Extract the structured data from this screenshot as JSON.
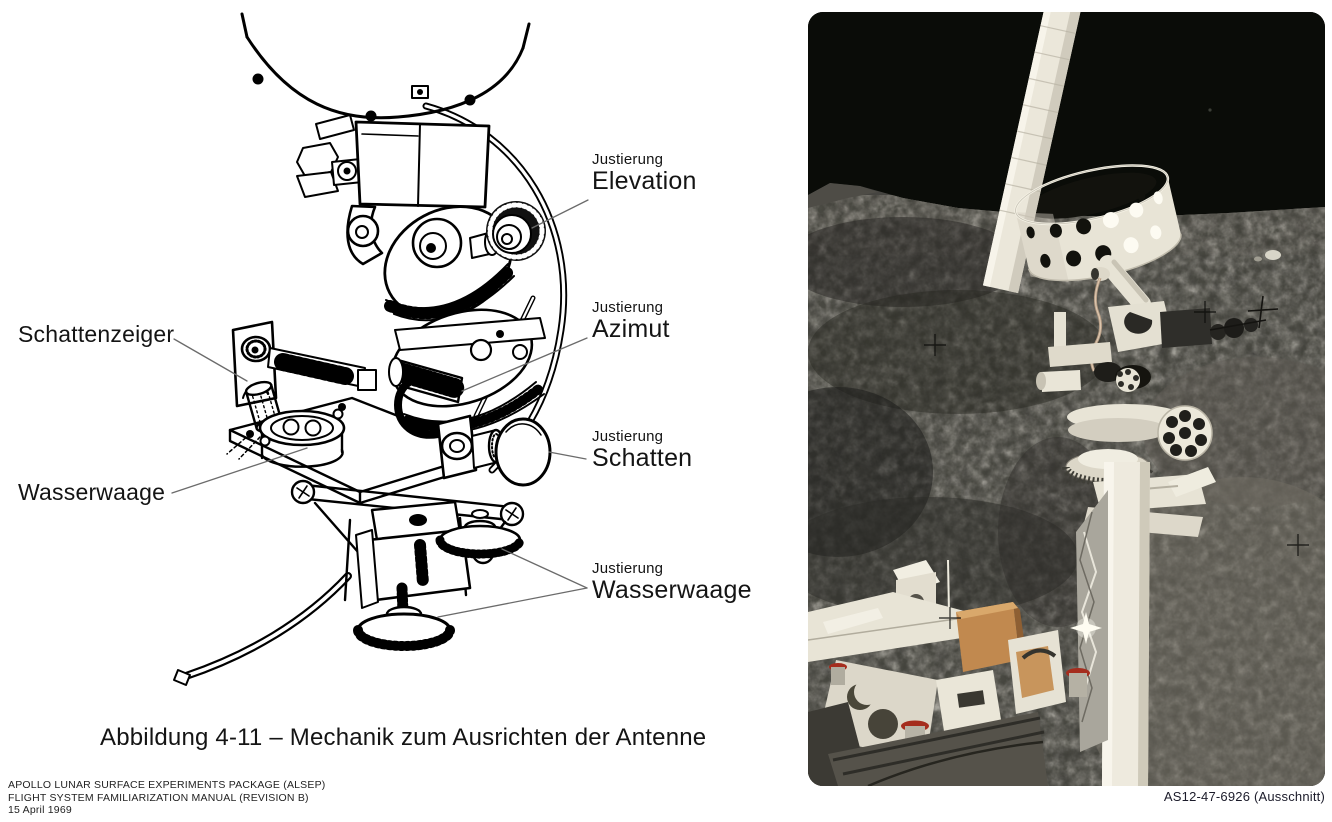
{
  "figure": {
    "labels": {
      "elevation": {
        "line1": "Justierung",
        "line2": "Elevation"
      },
      "azimut": {
        "line1": "Justierung",
        "line2": "Azimut"
      },
      "schatten": {
        "line1": "Justierung",
        "line2": "Schatten"
      },
      "wasserwaage_justierung": {
        "line1": "Justierung",
        "line2": "Wasserwaage"
      },
      "schattenzeiger": {
        "text": "Schattenzeiger"
      },
      "wasserwaage": {
        "text": "Wasserwaage"
      }
    },
    "caption": "Abbildung 4-11 – Mechanik zum Ausrichten der Antenne",
    "source": {
      "line1": "APOLLO LUNAR SURFACE EXPERIMENTS PACKAGE (ALSEP)",
      "line2": "FLIGHT SYSTEM FAMILIARIZATION MANUAL (REVISION B)",
      "line3": "15 April 1969"
    }
  },
  "photo": {
    "caption": "AS12-47-6926 (Ausschnitt)",
    "colors": {
      "sky": "#0a0c08",
      "ground": "#454440",
      "hardware_white": "#ece8dc",
      "package_tan": "#c1894f",
      "accent_red": "#a52d1e",
      "drawing_ink": "#000000"
    }
  }
}
